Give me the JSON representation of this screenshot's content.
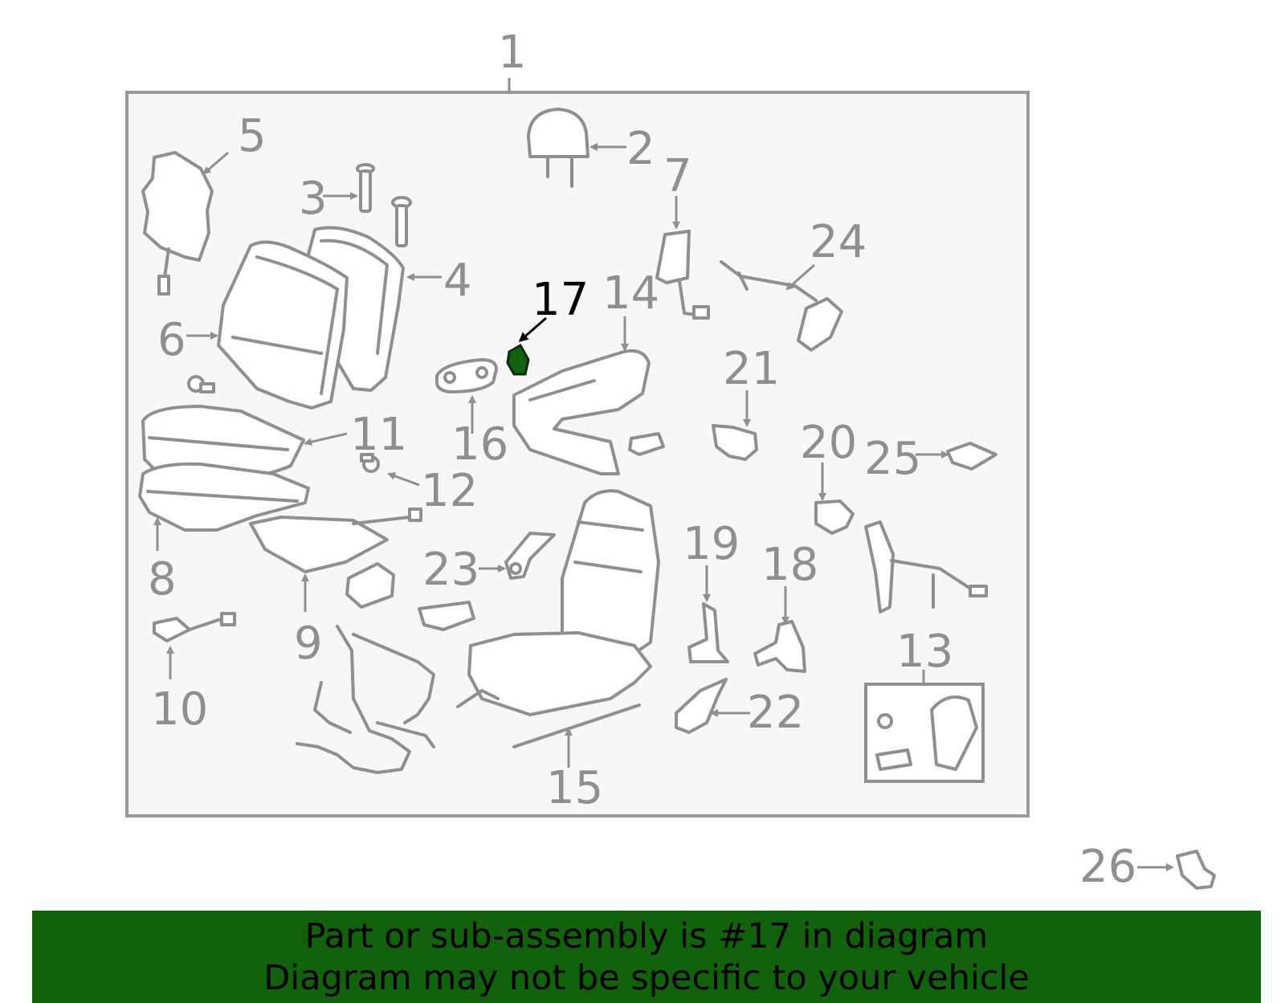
{
  "diagram": {
    "highlight_color": "#12620d",
    "callout_color": "#8f8f8f",
    "highlighted_callout": "17",
    "callouts": {
      "c1": "1",
      "c2": "2",
      "c3": "3",
      "c4": "4",
      "c5": "5",
      "c6": "6",
      "c7": "7",
      "c8": "8",
      "c9": "9",
      "c10": "10",
      "c11": "11",
      "c12": "12",
      "c13": "13",
      "c14": "14",
      "c15": "15",
      "c16": "16",
      "c17": "17",
      "c18": "18",
      "c19": "19",
      "c20": "20",
      "c21": "21",
      "c22": "22",
      "c23": "23",
      "c24": "24",
      "c25": "25",
      "c26": "26"
    }
  },
  "banner": {
    "background": "#12620d",
    "line1": "Part or sub-assembly is #17 in diagram",
    "line2": "Diagram may not be specific to your vehicle"
  }
}
